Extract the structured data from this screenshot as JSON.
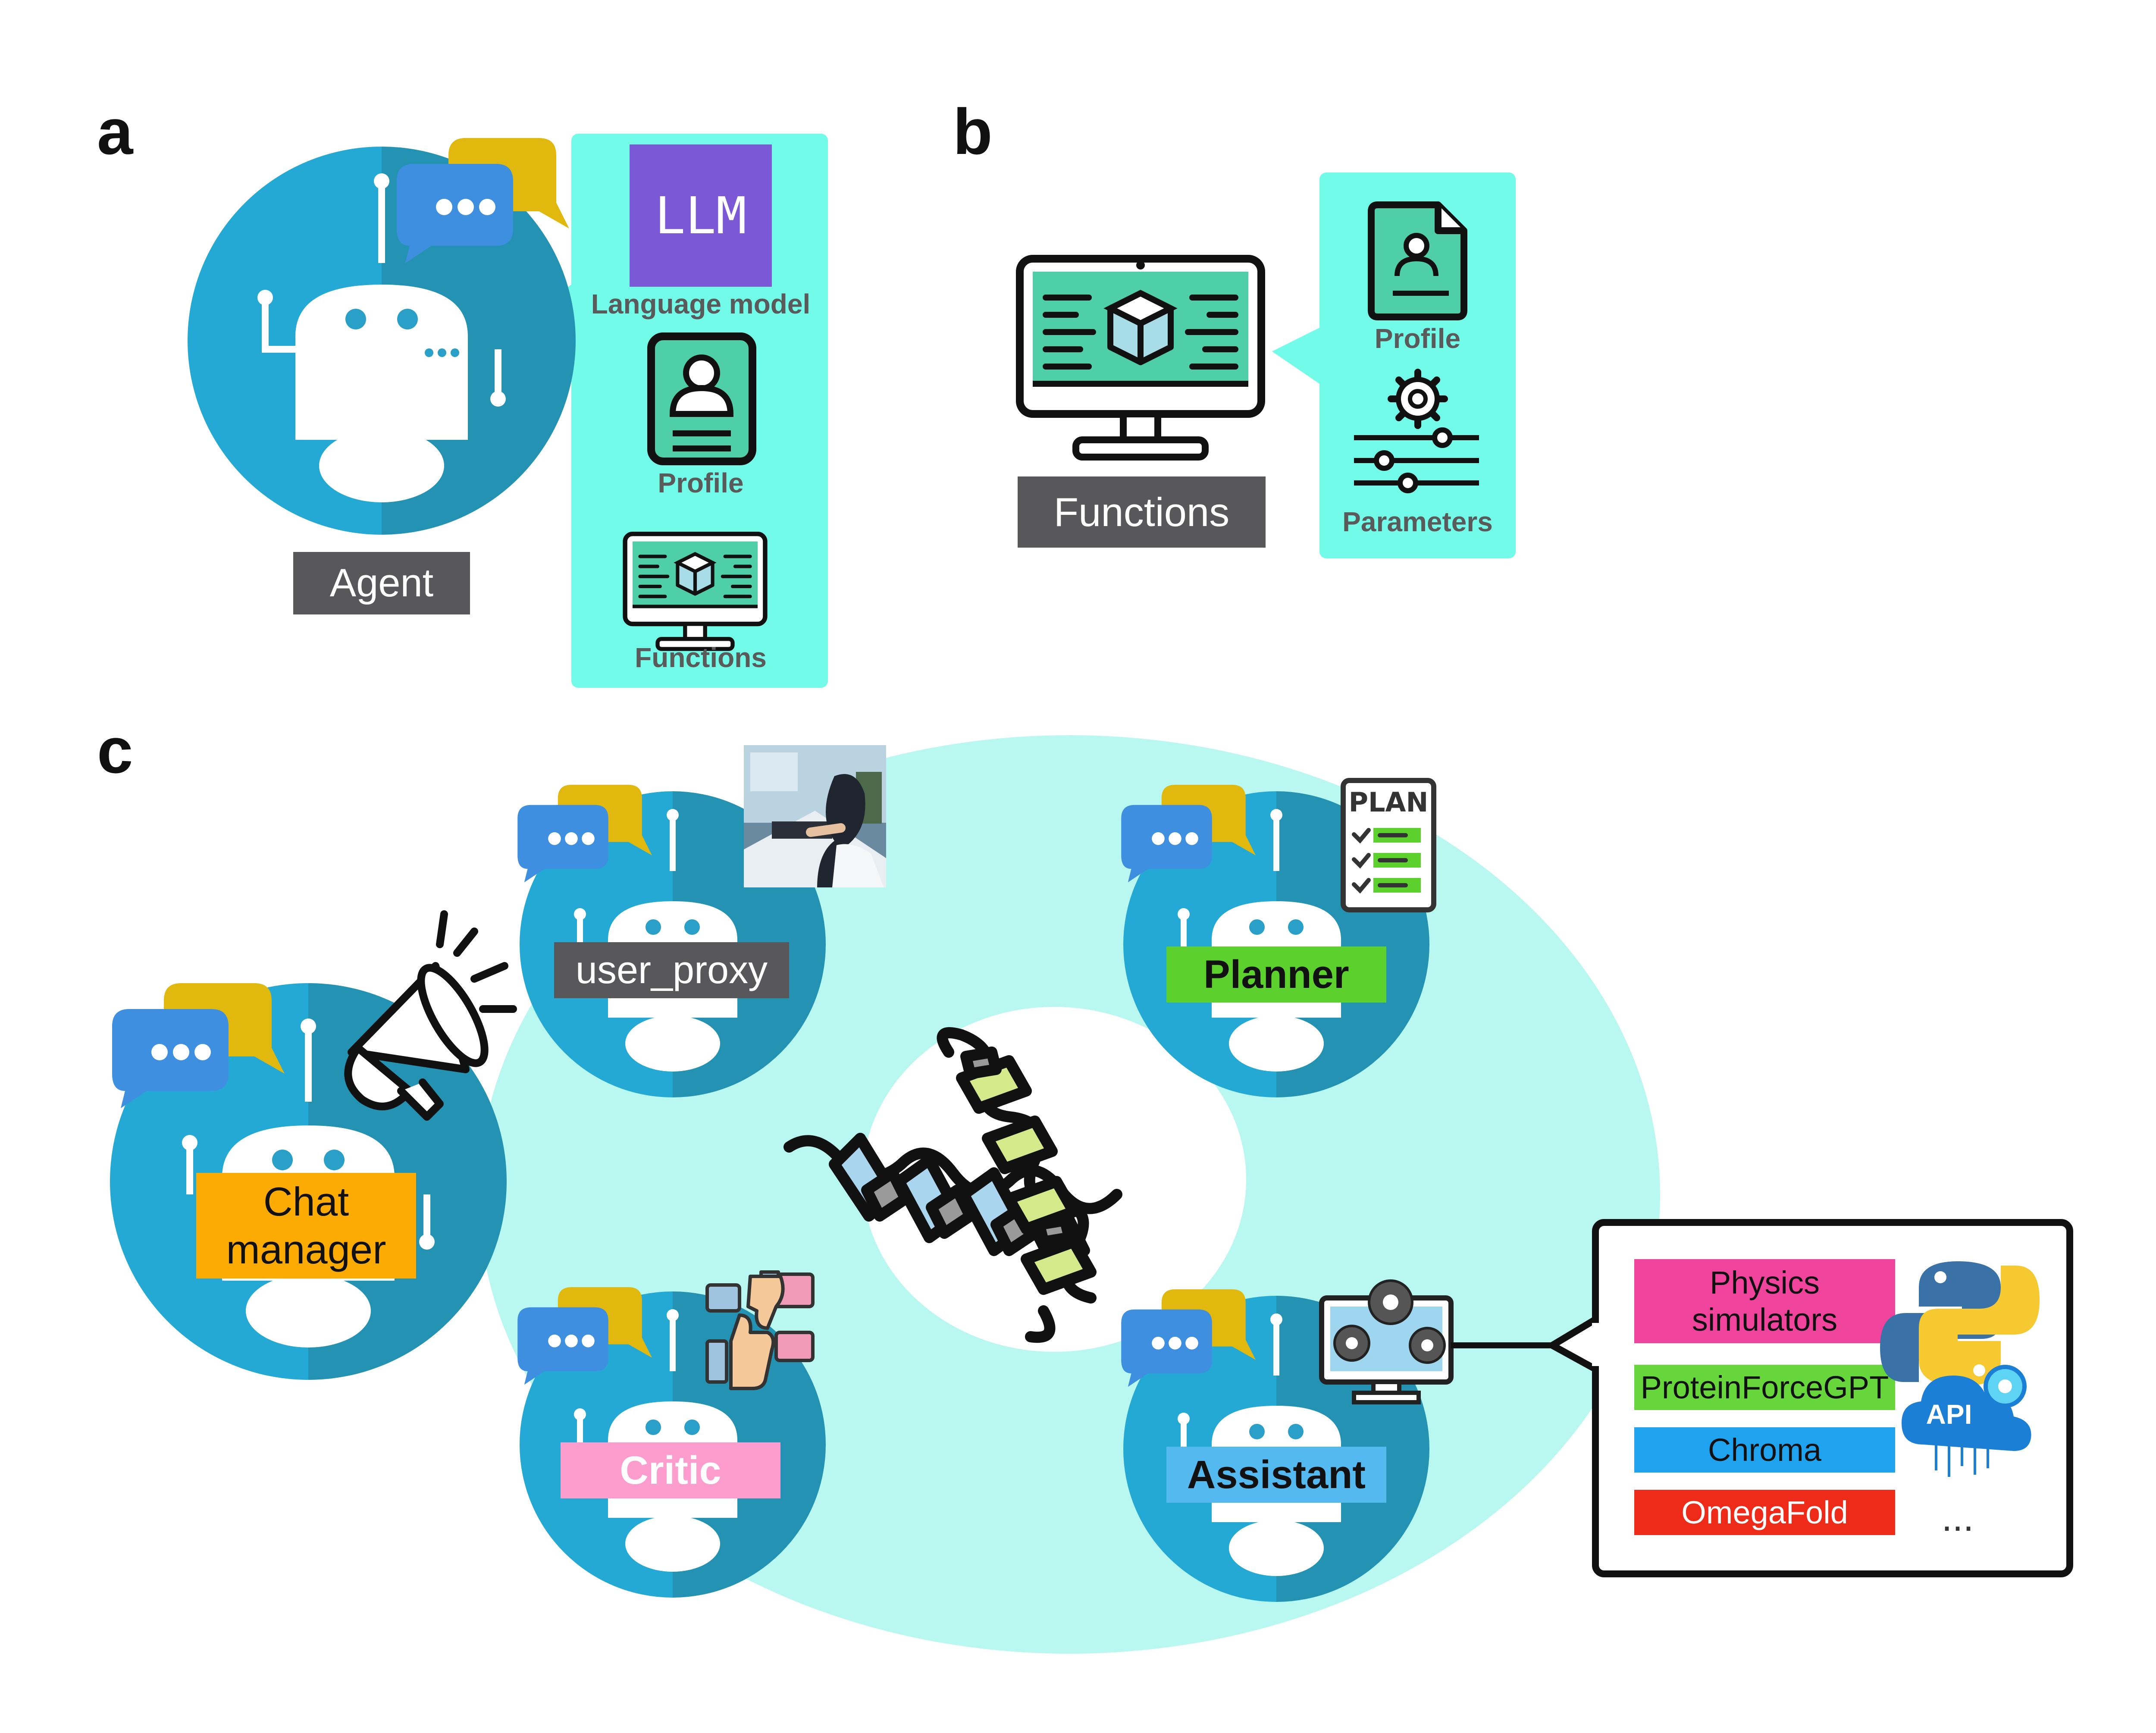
{
  "panels": {
    "a": "a",
    "b": "b",
    "c": "c"
  },
  "panel_a": {
    "agent_label": "Agent",
    "components": [
      {
        "icon": "llm-chip",
        "icon_text": "LLM",
        "label": "Language model"
      },
      {
        "icon": "profile-card-icon",
        "label": "Profile"
      },
      {
        "icon": "monitor-cube-icon",
        "label": "Functions"
      }
    ]
  },
  "panel_b": {
    "functions_label": "Functions",
    "components": [
      {
        "icon": "document-profile-icon",
        "label": "Profile"
      },
      {
        "icon": "gear-sliders-icon",
        "label": "Parameters"
      }
    ]
  },
  "panel_c": {
    "agents": {
      "chat_manager": {
        "line1": "Chat",
        "line2": "manager"
      },
      "user_proxy": "user_proxy",
      "planner": "Planner",
      "critic": "Critic",
      "assistant": "Assistant"
    },
    "plan_icon_text": "PLAN",
    "tools": [
      {
        "line1": "Physics",
        "line2": "simulators",
        "color": "#f0449c"
      },
      {
        "line1": "ProteinForceGPT",
        "line2": "",
        "color": "#66d63a"
      },
      {
        "line1": "Chroma",
        "line2": "",
        "color": "#1fa3ee"
      },
      {
        "line1": "OmegaFold",
        "line2": "",
        "color": "#ee2a18"
      }
    ],
    "api_icon_text": "API",
    "more": "..."
  },
  "colors": {
    "teal_panel": "#72fbe9",
    "ring": "#b8f8f0",
    "agent_light": "#23a9d4",
    "agent_dark": "#2493b3",
    "chat_manager_tag": "#fcab02",
    "planner_tag": "#5cd12e",
    "critic_tag": "#fc9dce",
    "assistant_tag": "#54b9ef",
    "tag_dark": "#58585a"
  }
}
